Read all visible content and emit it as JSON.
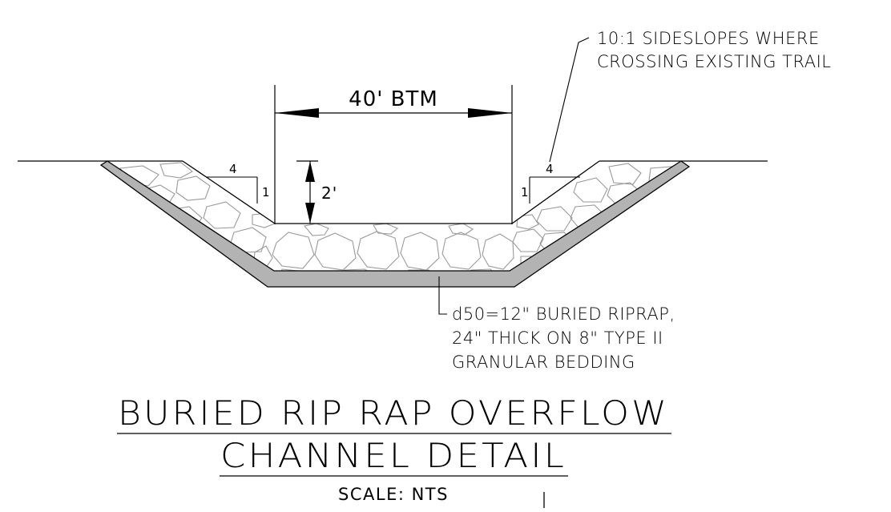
{
  "notes": {
    "sideslope_line1": "10:1 SIDESLOPES WHERE",
    "sideslope_line2": "CROSSING EXISTING TRAIL",
    "riprap_line1": "d50=12\" BURIED RIPRAP,",
    "riprap_line2": "24\" THICK ON 8\" TYPE II",
    "riprap_line3": "GRANULAR BEDDING"
  },
  "dimensions": {
    "bottom_width": "40' BTM",
    "depth": "2'",
    "left_slope_run": "4",
    "left_slope_rise": "1",
    "right_slope_run": "4",
    "right_slope_rise": "1"
  },
  "title": {
    "line1": "BURIED RIP RAP OVERFLOW",
    "line2": "CHANNEL DETAIL",
    "scale": "SCALE:  NTS"
  },
  "colors": {
    "line": "#000000",
    "bedding_fill": "#b3b3b3",
    "riprap_stroke": "#9a9a9a"
  }
}
